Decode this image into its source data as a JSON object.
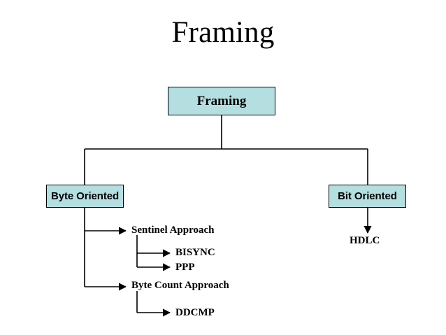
{
  "slide": {
    "title": "Framing"
  },
  "diagram": {
    "type": "tree",
    "root": {
      "label": "Framing",
      "style": "box"
    },
    "children": [
      {
        "label": "Byte Oriented",
        "style": "box",
        "children": [
          {
            "label": "Sentinel Approach",
            "style": "text",
            "children": [
              {
                "label": "BISYNC",
                "style": "text"
              },
              {
                "label": "PPP",
                "style": "text"
              }
            ]
          },
          {
            "label": "Byte Count Approach",
            "style": "text",
            "children": [
              {
                "label": "DDCMP",
                "style": "text"
              }
            ]
          }
        ]
      },
      {
        "label": "Bit Oriented",
        "style": "box",
        "children": [
          {
            "label": "HDLC",
            "style": "text"
          }
        ]
      }
    ]
  },
  "colors": {
    "box_fill": "#b5dee1",
    "box_border": "#000000",
    "text": "#000000",
    "background": "#ffffff",
    "connector": "#000000"
  }
}
